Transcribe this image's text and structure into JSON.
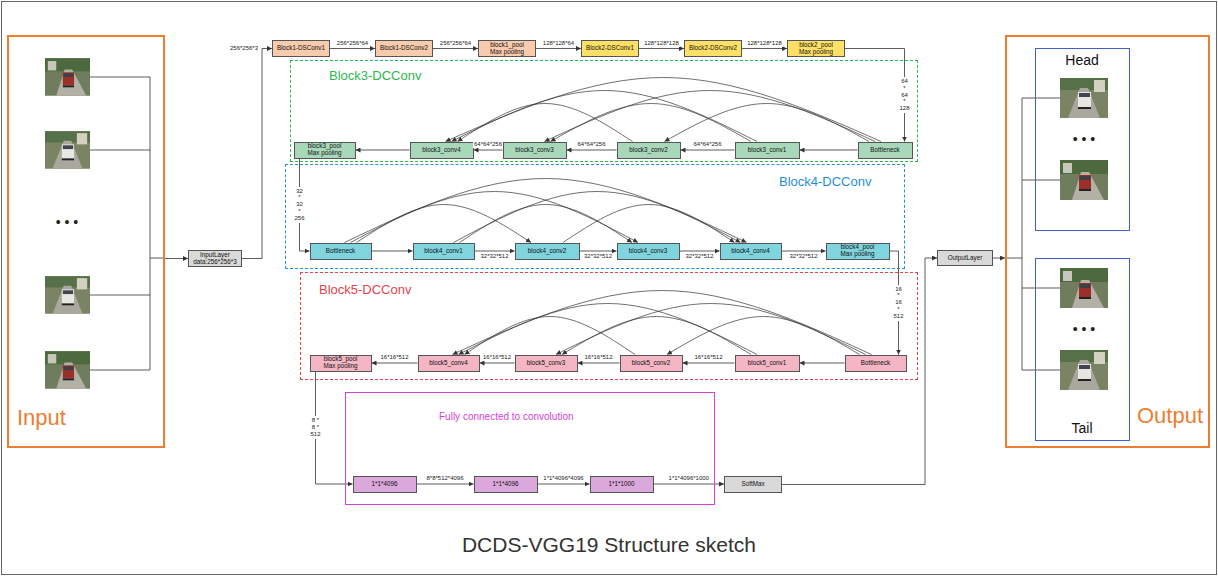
{
  "diagram": {
    "caption": "DCDS-VGG19 Structure sketch",
    "nodes": [
      {
        "text": [
          "Input"
        ]
      },
      {
        "text": [
          "InputLayer data:256*256*3"
        ]
      },
      {
        "text": [
          "Block1-DSConv1"
        ]
      },
      {
        "text": [
          "Block1-DSConv2"
        ]
      },
      {
        "text": [
          "block1_pool Max pooling"
        ]
      },
      {
        "text": [
          "Block2-DSConv1"
        ]
      },
      {
        "text": [
          "Block2-DSConv2"
        ]
      },
      {
        "text": [
          "block2_pool Max pooling"
        ]
      },
      {
        "text": [
          "Block3-DCConv"
        ]
      },
      {
        "text": [
          "Bottleneck"
        ],
        "in": 8
      },
      {
        "text": [
          "block3_conv1"
        ],
        "in": 8
      },
      {
        "text": [
          "block3_conv2"
        ],
        "in": 8
      },
      {
        "text": [
          "block3_conv3"
        ],
        "in": 8
      },
      {
        "text": [
          "block3_conv4"
        ],
        "in": 8
      },
      {
        "text": [
          "block3_pool Max pooling"
        ],
        "in": 8
      },
      {
        "text": [
          "Block4-DCConv"
        ]
      },
      {
        "text": [
          "Bottleneck"
        ],
        "in": 15
      },
      {
        "text": [
          "block4_conv1"
        ],
        "in": 15
      },
      {
        "text": [
          "block4_conv2"
        ],
        "in": 15
      },
      {
        "text": [
          "block4_conv3"
        ],
        "in": 15
      },
      {
        "text": [
          "block4_conv4"
        ],
        "in": 15
      },
      {
        "text": [
          "block4_pool Max pooling"
        ],
        "in": 15
      },
      {
        "text": [
          "Block5-DCConv"
        ]
      },
      {
        "text": [
          "Bottleneck"
        ],
        "in": 22
      },
      {
        "text": [
          "block5_conv1"
        ],
        "in": 22
      },
      {
        "text": [
          "block5_conv2"
        ],
        "in": 22
      },
      {
        "text": [
          "block5_conv3"
        ],
        "in": 22
      },
      {
        "text": [
          "block5_conv4"
        ],
        "in": 22
      },
      {
        "text": [
          "block5_pool Max pooling"
        ],
        "in": 22
      },
      {
        "text": [
          "Fully connected to convolution"
        ]
      },
      {
        "text": [
          "1*1*4096"
        ],
        "in": 29
      },
      {
        "text": [
          "1*1*4096"
        ],
        "in": 29
      },
      {
        "text": [
          "1*1*1000"
        ],
        "in": 29
      },
      {
        "text": [
          "SoftMax"
        ]
      },
      {
        "text": [
          "OutputLayer"
        ]
      },
      {
        "text": [
          "Output"
        ]
      },
      {
        "text": [
          "Head"
        ],
        "in": 35
      },
      {
        "text": [
          "Tail"
        ],
        "in": 35
      }
    ],
    "edges": [
      {
        "from": 0,
        "to": 1,
        "arrow": "to"
      },
      {
        "from": 1,
        "to": 2,
        "label": "256*256*3",
        "arrow": "to"
      },
      {
        "from": 2,
        "to": 3,
        "label": "256*256*64",
        "arrow": "to"
      },
      {
        "from": 3,
        "to": 4,
        "label": "256*256*64",
        "arrow": "to"
      },
      {
        "from": 4,
        "to": 5,
        "label": "128*128*64",
        "arrow": "to"
      },
      {
        "from": 5,
        "to": 6,
        "label": "128*128*128",
        "arrow": "to"
      },
      {
        "from": 6,
        "to": 7,
        "label": "128*128*128",
        "arrow": "to"
      },
      {
        "from": 7,
        "to": 9,
        "label": "64 * 64 * 128",
        "arrow": "to"
      },
      {
        "from": 9,
        "to": 10,
        "arrow": "to"
      },
      {
        "from": 10,
        "to": 11,
        "label": "64*64*256",
        "arrow": "to"
      },
      {
        "from": 11,
        "to": 12,
        "label": "64*64*256",
        "arrow": "to"
      },
      {
        "from": 12,
        "to": 13,
        "label": "64*64*256",
        "arrow": "to"
      },
      {
        "from": 13,
        "to": 14,
        "arrow": "to"
      },
      {
        "from": 9,
        "to": 11,
        "arrow": "to"
      },
      {
        "from": 9,
        "to": 12,
        "arrow": "to"
      },
      {
        "from": 9,
        "to": 13,
        "arrow": "to"
      },
      {
        "from": 10,
        "to": 12,
        "arrow": "to"
      },
      {
        "from": 10,
        "to": 13,
        "arrow": "to"
      },
      {
        "from": 11,
        "to": 13,
        "arrow": "to"
      },
      {
        "from": 14,
        "to": 16,
        "label": "32 * 32 * 256",
        "arrow": "to"
      },
      {
        "from": 16,
        "to": 17,
        "arrow": "to"
      },
      {
        "from": 17,
        "to": 18,
        "label": "32*32*512",
        "arrow": "to"
      },
      {
        "from": 18,
        "to": 19,
        "label": "32*32*512",
        "arrow": "to"
      },
      {
        "from": 19,
        "to": 20,
        "label": "32*32*512",
        "arrow": "to"
      },
      {
        "from": 20,
        "to": 21,
        "label": "32*32*512",
        "arrow": "to"
      },
      {
        "from": 16,
        "to": 18,
        "arrow": "to"
      },
      {
        "from": 16,
        "to": 19,
        "arrow": "to"
      },
      {
        "from": 16,
        "to": 20,
        "arrow": "to"
      },
      {
        "from": 17,
        "to": 19,
        "arrow": "to"
      },
      {
        "from": 17,
        "to": 20,
        "arrow": "to"
      },
      {
        "from": 18,
        "to": 20,
        "arrow": "to"
      },
      {
        "from": 21,
        "to": 23,
        "label": "16 * 16 * 512",
        "arrow": "to"
      },
      {
        "from": 23,
        "to": 24,
        "arrow": "to"
      },
      {
        "from": 24,
        "to": 25,
        "label": "16*16*512",
        "arrow": "to"
      },
      {
        "from": 25,
        "to": 26,
        "label": "16*16*512",
        "arrow": "to"
      },
      {
        "from": 26,
        "to": 27,
        "label": "16*16*512",
        "arrow": "to"
      },
      {
        "from": 27,
        "to": 28,
        "label": "16*16*512",
        "arrow": "to"
      },
      {
        "from": 23,
        "to": 25,
        "arrow": "to"
      },
      {
        "from": 23,
        "to": 26,
        "arrow": "to"
      },
      {
        "from": 23,
        "to": 27,
        "arrow": "to"
      },
      {
        "from": 24,
        "to": 26,
        "arrow": "to"
      },
      {
        "from": 24,
        "to": 27,
        "arrow": "to"
      },
      {
        "from": 25,
        "to": 27,
        "arrow": "to"
      },
      {
        "from": 28,
        "to": 30,
        "label": "8 * 8 * 512",
        "arrow": "to"
      },
      {
        "from": 30,
        "to": 31,
        "label": "8*8*512*4096",
        "arrow": "to"
      },
      {
        "from": 31,
        "to": 32,
        "label": "1*1*4096*4096",
        "arrow": "to"
      },
      {
        "from": 32,
        "to": 33,
        "label": "1*1*4096*1000",
        "arrow": "to"
      },
      {
        "from": 33,
        "to": 34,
        "arrow": "to"
      },
      {
        "from": 34,
        "to": 35,
        "arrow": "to"
      }
    ],
    "labels": [
      "• • •",
      "• • •",
      "• • •"
    ]
  }
}
